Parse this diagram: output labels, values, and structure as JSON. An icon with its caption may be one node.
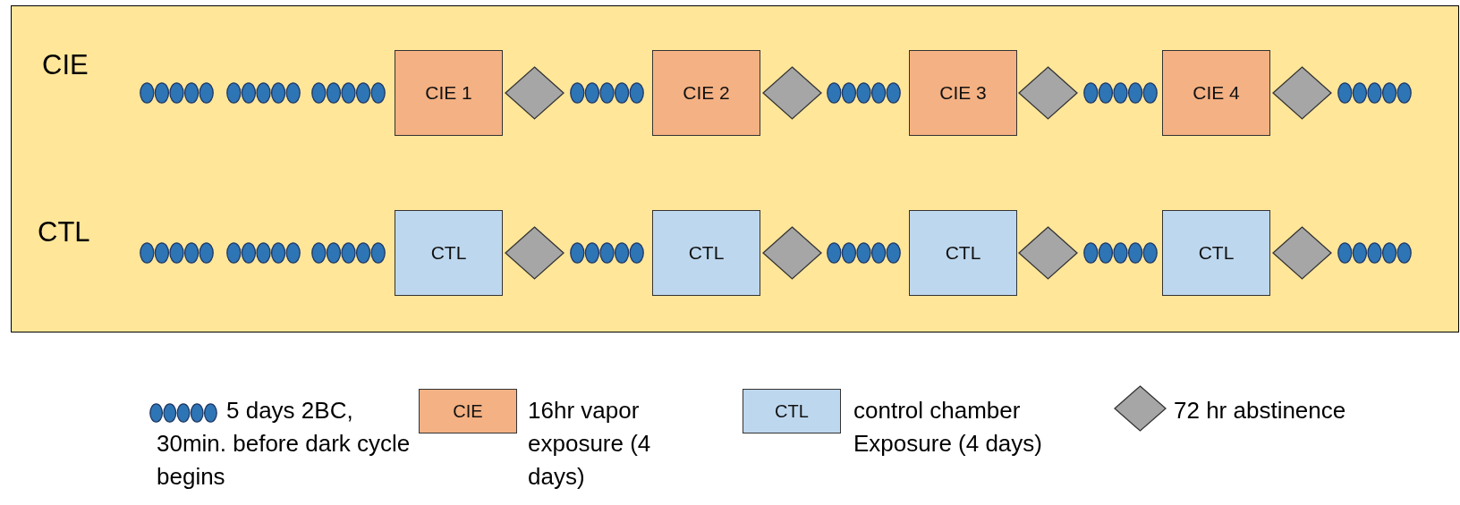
{
  "diagram": {
    "nodes": [
      {
        "text": [],
        "shape": "box"
      },
      {
        "text": [],
        "shape": "ellipses",
        "in": 0
      },
      {
        "text": [],
        "shape": "ellipses",
        "in": 0
      },
      {
        "text": [],
        "shape": "ellipses",
        "in": 0
      },
      {
        "text": [
          "CIE 1"
        ],
        "in": 0
      },
      {
        "text": [],
        "shape": "diamond",
        "in": 0
      },
      {
        "text": [],
        "shape": "ellipses",
        "in": 0
      },
      {
        "text": [
          "CIE 2"
        ],
        "in": 0
      },
      {
        "text": [],
        "shape": "diamond",
        "in": 0
      },
      {
        "text": [],
        "shape": "ellipses",
        "in": 0
      },
      {
        "text": [
          "CIE 3"
        ],
        "in": 0
      },
      {
        "text": [],
        "shape": "diamond",
        "in": 0
      },
      {
        "text": [],
        "shape": "ellipses",
        "in": 0
      },
      {
        "text": [
          "CIE 4"
        ],
        "in": 0
      },
      {
        "text": [],
        "shape": "diamond",
        "in": 0
      },
      {
        "text": [],
        "shape": "ellipses",
        "in": 0
      },
      {
        "text": [],
        "shape": "ellipses",
        "in": 0
      },
      {
        "text": [],
        "shape": "ellipses",
        "in": 0
      },
      {
        "text": [],
        "shape": "ellipses",
        "in": 0
      },
      {
        "text": [
          "CTL"
        ],
        "in": 0
      },
      {
        "text": [],
        "shape": "diamond",
        "in": 0
      },
      {
        "text": [],
        "shape": "ellipses",
        "in": 0
      },
      {
        "text": [
          "CTL"
        ],
        "in": 0
      },
      {
        "text": [],
        "shape": "diamond",
        "in": 0
      },
      {
        "text": [],
        "shape": "ellipses",
        "in": 0
      },
      {
        "text": [
          "CTL"
        ],
        "in": 0
      },
      {
        "text": [],
        "shape": "diamond",
        "in": 0
      },
      {
        "text": [],
        "shape": "ellipses",
        "in": 0
      },
      {
        "text": [
          "CTL"
        ],
        "in": 0
      },
      {
        "text": [],
        "shape": "diamond",
        "in": 0
      },
      {
        "text": [],
        "shape": "ellipses",
        "in": 0
      },
      {
        "text": [],
        "shape": "ellipses",
        "beside": [
          "5 days 2BC, 30min. before dark cycle begins"
        ]
      },
      {
        "text": [
          "CIE"
        ],
        "beside": [
          "16hr vapor exposure (4 days)"
        ]
      },
      {
        "text": [
          "CTL"
        ],
        "beside": [
          "control chamber Exposure (4 days)"
        ]
      },
      {
        "text": [],
        "shape": "diamond",
        "beside": [
          "72 hr abstinence"
        ]
      }
    ],
    "labels": [
      "CIE",
      "CTL"
    ]
  }
}
